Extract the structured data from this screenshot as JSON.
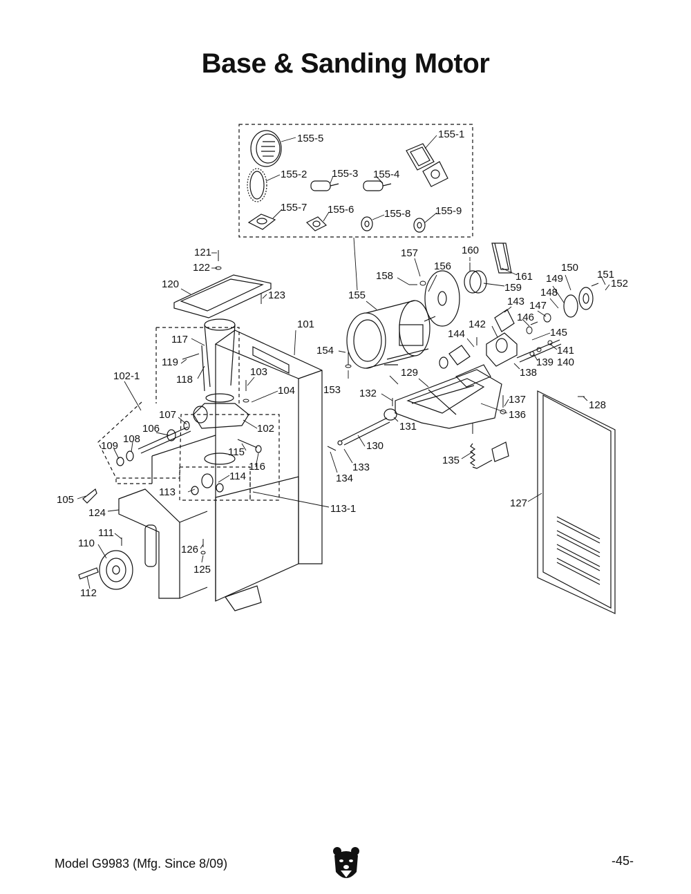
{
  "title": "Base & Sanding Motor",
  "footer": {
    "model": "Model G9983 (Mfg. Since 8/09)",
    "page": "-45-"
  },
  "logo_icon": "bear-head-icon",
  "parts": [
    "155-5",
    "155-1",
    "155-2",
    "155-3",
    "155-4",
    "155-7",
    "155-6",
    "155-8",
    "155-9",
    "121",
    "122",
    "120",
    "123",
    "157",
    "160",
    "156",
    "158",
    "161",
    "159",
    "150",
    "149",
    "151",
    "152",
    "148",
    "147",
    "143",
    "146",
    "155",
    "142",
    "145",
    "144",
    "141",
    "139",
    "140",
    "138",
    "101",
    "117",
    "119",
    "118",
    "102-1",
    "103",
    "104",
    "154",
    "153",
    "129",
    "132",
    "137",
    "136",
    "128",
    "107",
    "106",
    "102",
    "108",
    "109",
    "131",
    "130",
    "115",
    "116",
    "133",
    "135",
    "114",
    "134",
    "105",
    "113",
    "113-1",
    "127",
    "124",
    "111",
    "110",
    "126",
    "125",
    "112"
  ]
}
